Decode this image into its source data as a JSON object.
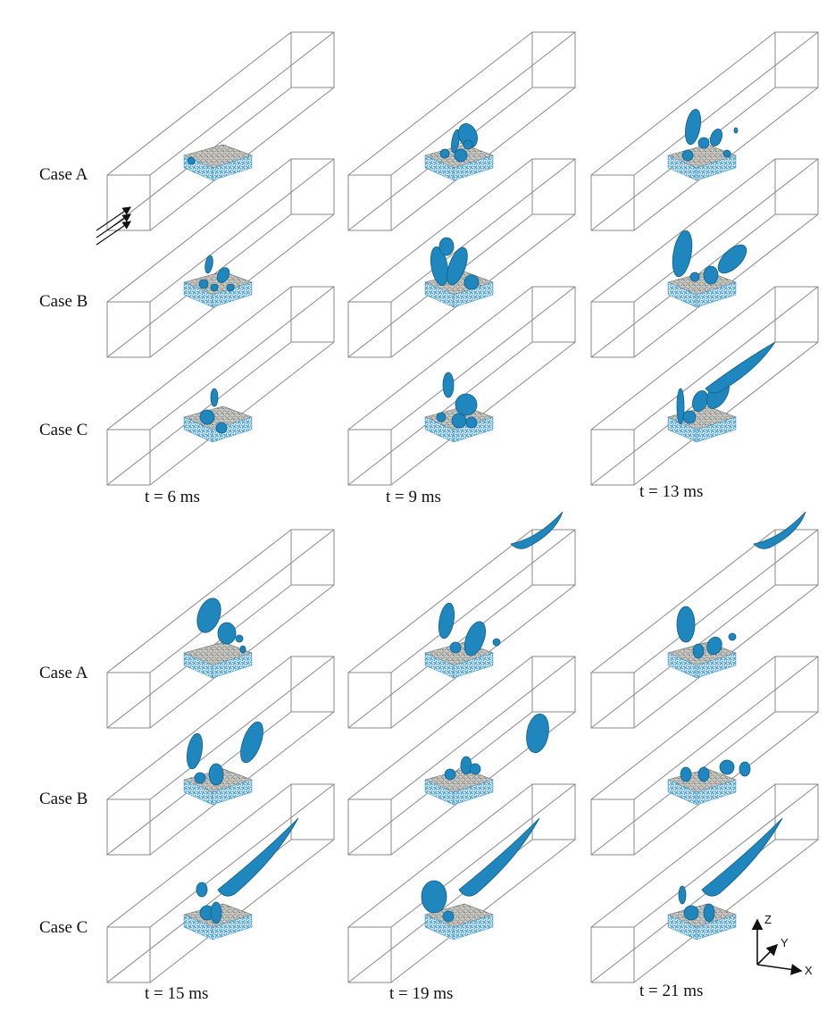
{
  "cases": [
    "Case A",
    "Case B",
    "Case C"
  ],
  "time_labels": {
    "top": [
      "t = 6 ms",
      "t = 9 ms",
      "t = 13 ms"
    ],
    "bottom": [
      "t = 15 ms",
      "t = 19 ms",
      "t = 21 ms"
    ]
  },
  "axes": {
    "z": "Z",
    "y": "Y",
    "x": "X"
  },
  "colors": {
    "structure": "#1f87bd",
    "structure_shade": "#0d5f8c",
    "substrate": "#bdbdb5",
    "substrate_edge": "#3a9bd0",
    "box_line": "#8a8a8a"
  },
  "icons": [
    "flow-direction-arrows-icon",
    "coordinate-axes-icon"
  ]
}
